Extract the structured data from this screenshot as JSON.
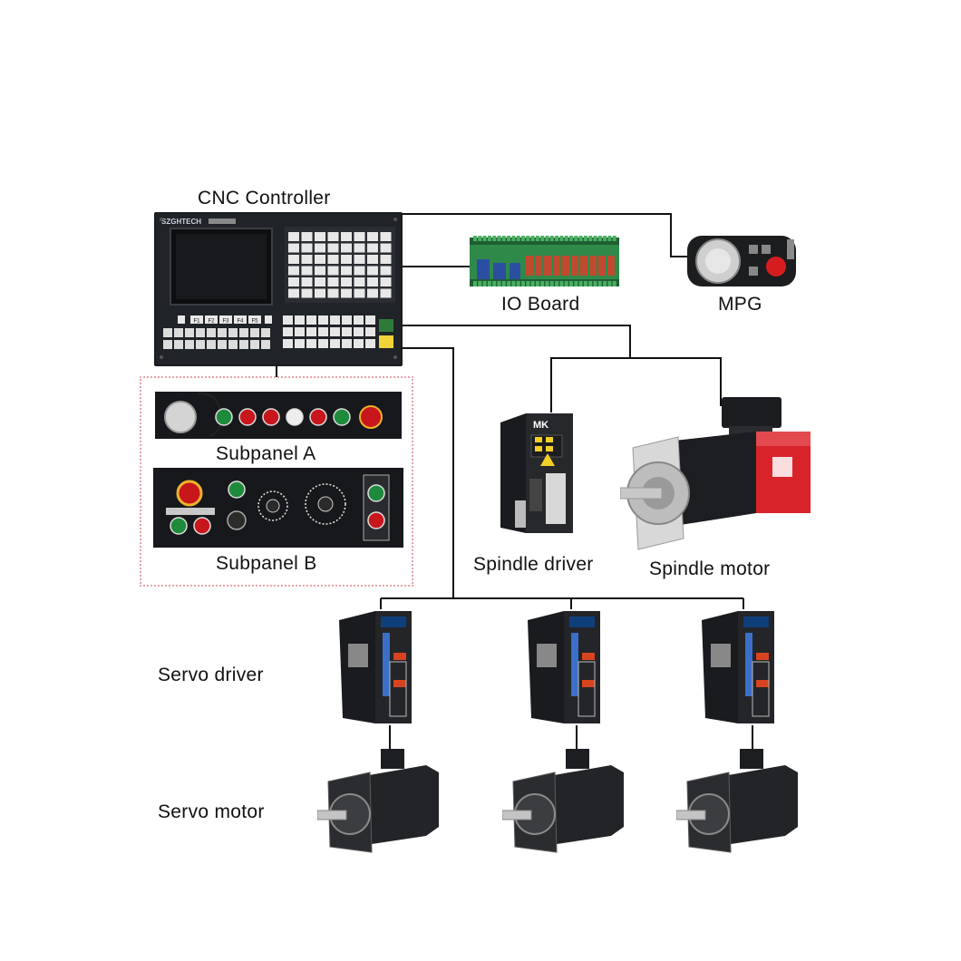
{
  "labels": {
    "cnc_controller": "CNC Controller",
    "io_board": "IO Board",
    "mpg": "MPG",
    "subpanel_a": "Subpanel A",
    "subpanel_b": "Subpanel B",
    "spindle_driver": "Spindle driver",
    "spindle_motor": "Spindle motor",
    "servo_driver": "Servo driver",
    "servo_motor": "Servo motor"
  },
  "controller": {
    "brand": "SZGHTECH",
    "fkeys": [
      "F1",
      "F2",
      "F3",
      "F4",
      "F5"
    ]
  },
  "spindle_driver_badge": "MK",
  "colors": {
    "panel_black": "#15171a",
    "button_red": "#c8161d",
    "button_green": "#1e8a3c",
    "spindle_red": "#d9232b",
    "frame_pink": "#e8a3ad",
    "wire": "#111111"
  },
  "icons": [
    "mpg-wheel-icon",
    "emergency-stop-icon",
    "potentiometer-icon",
    "fan-icon"
  ]
}
